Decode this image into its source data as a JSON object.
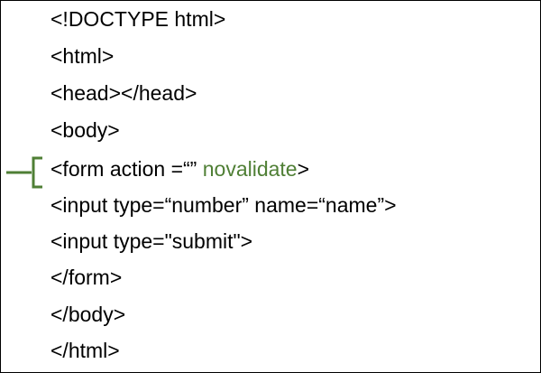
{
  "code_lines": [
    "<!DOCTYPE html>",
    "<html>",
    "<head></head>",
    "<body>",
    "<form action =“” ",
    "<input type=“number” name=“name”>",
    "<input type=\"submit\">",
    "</form>",
    "</body>",
    "</html>"
  ],
  "highlight": {
    "attribute": "novalidate",
    "suffix": ">",
    "color": "#4f7f35"
  }
}
